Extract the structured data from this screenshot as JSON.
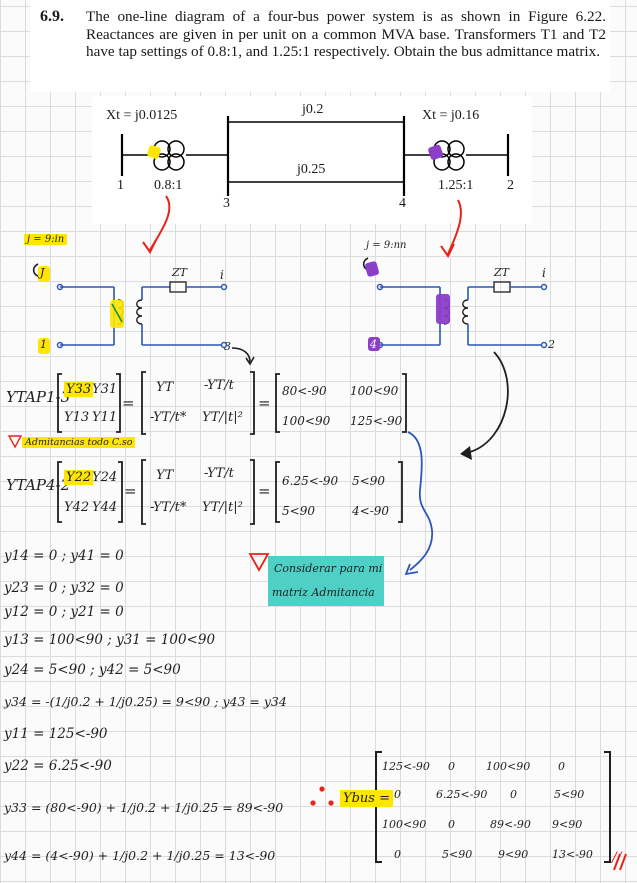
{
  "problem": {
    "number": "6.9.",
    "text": "The one-line diagram of a four-bus power system is as shown in Figure 6.22. Reactances are given in per unit on a common MVA base. Transformers T1 and T2 have tap settings of 0.8:1, and 1.25:1 respectively. Obtain the bus admittance matrix."
  },
  "figure": {
    "xt_left": "Xt = j0.0125",
    "xt_right": "Xt = j0.16",
    "line_top": "j0.2",
    "line_bottom": "j0.25",
    "tap_left": "0.8:1",
    "tap_right": "1.25:1",
    "bus1": "1",
    "bus2": "2",
    "bus3": "3",
    "bus4": "4"
  },
  "notes": {
    "j_left": "j = 9:in",
    "j_right": "j = 9:nn",
    "zt_left": "ZT",
    "zt_right": "ZT",
    "i_left": "i",
    "i_right": "i",
    "node_j": "J",
    "node_1": "1",
    "node_3": "3",
    "node_4": "4",
    "node_2": "2",
    "ytap1_label": "YTAP1-3",
    "ytap1_m1": [
      "Y33",
      "Y31",
      "Y13",
      "Y11"
    ],
    "ytap1_m2": [
      "YT",
      "-YT/t",
      "-YT/t*",
      "YT/|t|²"
    ],
    "ytap1_m3": [
      "80<-90",
      "100<90",
      "100<90",
      "125<-90"
    ],
    "warning1": "Admitancias todo C.so",
    "ytap2_label": "YTAP4-2",
    "ytap2_m1": [
      "Y22",
      "Y24",
      "Y42",
      "Y44"
    ],
    "ytap2_m2": [
      "YT",
      "-YT/t",
      "-YT/t*",
      "YT/|t|²"
    ],
    "ytap2_m3": [
      "6.25<-90",
      "5<90",
      "5<90",
      "4<-90"
    ],
    "warning2a": "Considerar para mi",
    "warning2b": "matriz Admitancia",
    "eqs": [
      "y14 = 0   ;   y41 = 0",
      "y23 = 0   ;   y32 = 0",
      "y12 = 0   ;   y21 = 0",
      "y13 = 100<90   ;   y31 = 100<90",
      "y24 = 5<90   ;   y42 = 5<90",
      "y34 = -(1/j0.2 + 1/j0.25) = 9<90   ;   y43 = y34",
      "y11 = 125<-90",
      "y22 = 6.25<-90",
      "y33 = (80<-90) + 1/j0.2 + 1/j0.25 = 89<-90",
      "y44 = (4<-90) + 1/j0.2 + 1/j0.25 = 13<-90"
    ],
    "ybus_label": "Ybus =",
    "ybus": [
      [
        "125<-90",
        "0",
        "100<90",
        "0"
      ],
      [
        "0",
        "6.25<-90",
        "0",
        "5<90"
      ],
      [
        "100<90",
        "0",
        "89<-90",
        "9<90"
      ],
      [
        "0",
        "5<90",
        "9<90",
        "13<-90"
      ]
    ],
    "end_mark": "//"
  },
  "colors": {
    "ink": "#1f1f1f",
    "blue": "#2e56b8",
    "red": "#e8231a",
    "yellow": "#ffe600",
    "purple": "#8b3ec8",
    "teal": "#4fd0c6"
  }
}
